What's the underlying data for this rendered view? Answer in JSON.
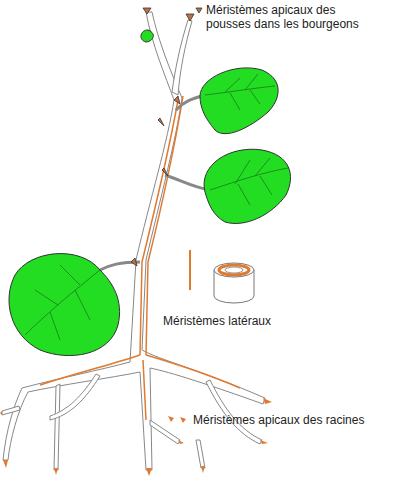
{
  "diagram": {
    "labels": [
      "Méristèmes apicaux des pousses dans les bourgeons",
      "Méristèmes latéraux",
      "Méristèmes apicaux des racines"
    ]
  }
}
